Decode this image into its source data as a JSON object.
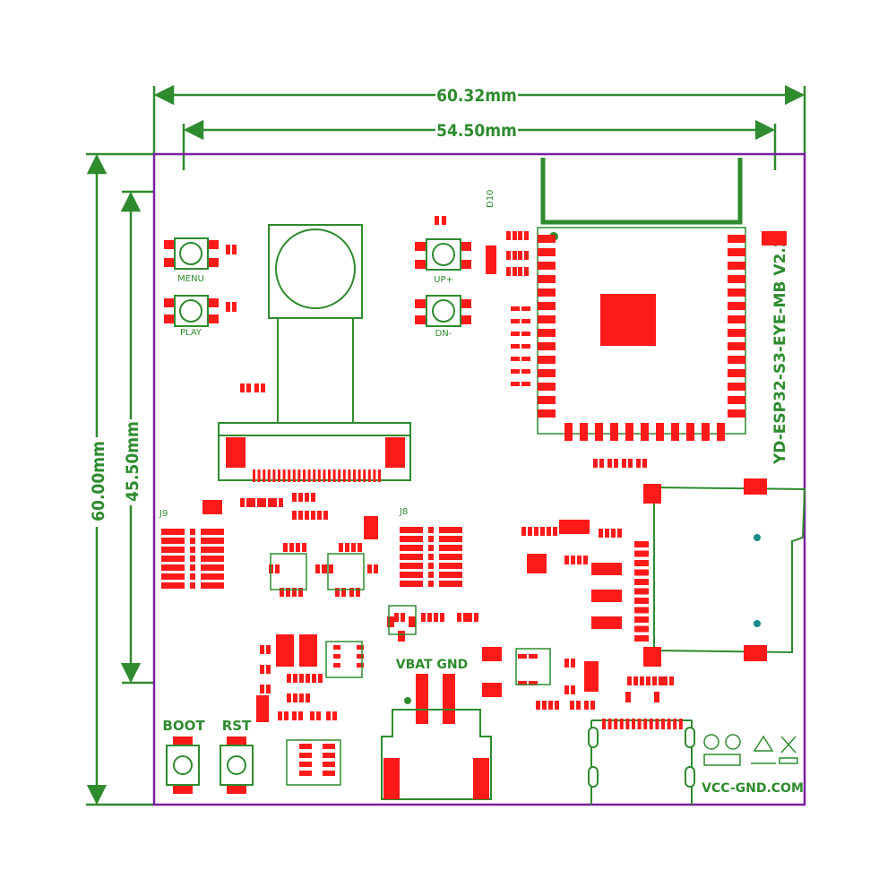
{
  "dimensions": {
    "total_width": "60.32mm",
    "hole_spacing": "54.50mm",
    "total_height": "60.00mm",
    "inner_height": "45.50mm"
  },
  "board": {
    "name": "YD-ESP32-S3-EYE-MB V2.2",
    "website": "VCC-GND.COM"
  },
  "buttons": {
    "menu": "MENU",
    "play": "PLAY",
    "up": "UP+",
    "down": "DN-",
    "boot": "BOOT",
    "reset": "RST"
  },
  "connectors": {
    "j9": "J9",
    "j8": "J8",
    "battery": "VBAT GND",
    "d10": "D10"
  },
  "colors": {
    "outline": "#7a1fa2",
    "pads": "#ff1a1a",
    "silkscreen": "#2e8b2e",
    "dimension": "#2e8b2e"
  }
}
